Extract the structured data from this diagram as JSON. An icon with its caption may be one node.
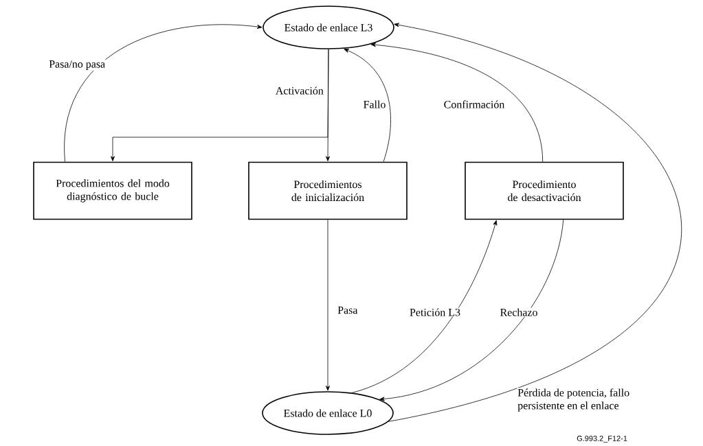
{
  "diagram": {
    "nodes": [
      {
        "text": [
          "Estado de enlace L3"
        ]
      },
      {
        "text": [
          "Procedimientos del modo diagnóstico de bucle"
        ]
      },
      {
        "text": [
          "Procedimientos de inicialización"
        ]
      },
      {
        "text": [
          "Procedimiento de desactivación"
        ]
      },
      {
        "text": [
          "Estado de enlace L0"
        ]
      }
    ],
    "edges": [
      {
        "from": 1,
        "to": 0,
        "arrow": "to",
        "label": "Pasa/no pasa"
      },
      {
        "from": 0,
        "to": 1,
        "arrow": "to"
      },
      {
        "from": 0,
        "to": 2,
        "arrow": "to",
        "label": "Activación"
      },
      {
        "from": 2,
        "to": 0,
        "arrow": "to",
        "label": "Fallo"
      },
      {
        "from": 3,
        "to": 0,
        "arrow": "to",
        "label": "Confirmación"
      },
      {
        "from": 2,
        "to": 4,
        "arrow": "to",
        "label": "Pasa"
      },
      {
        "from": 4,
        "to": 3,
        "arrow": "to",
        "label": "Petición L3"
      },
      {
        "from": 3,
        "to": 4,
        "arrow": "to",
        "label": "Rechazo"
      },
      {
        "from": 4,
        "to": 0,
        "arrow": "to",
        "label": "Pérdida de potencia, fallo persistente en el enlace"
      }
    ],
    "labels": [
      "G.993.2_F12-1"
    ]
  }
}
